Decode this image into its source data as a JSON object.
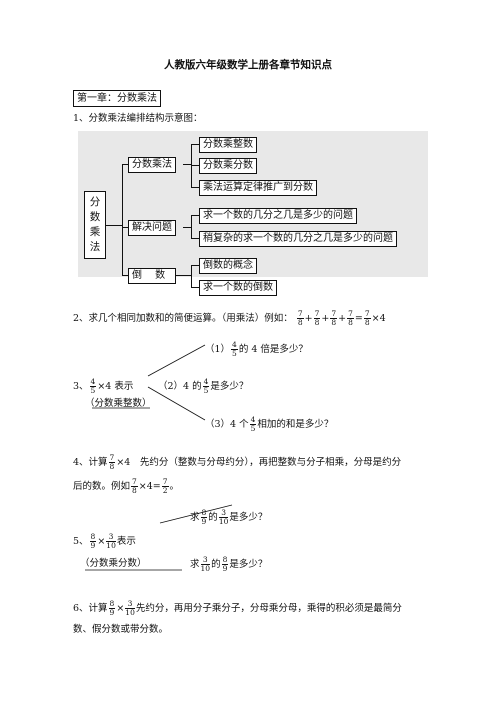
{
  "title": "人教版六年级数学上册各章节知识点",
  "chapter": "第一章：分数乘法",
  "item1": "1、分数乘法编排结构示意图：",
  "diagram": {
    "root": [
      "分",
      "数",
      "乘",
      "法"
    ],
    "branches": [
      {
        "label": "分数乘法",
        "leaves": [
          "分数乘整数",
          "分数乘分数",
          "乘法运算定律推广到分数"
        ]
      },
      {
        "label": "解决问题",
        "leaves": [
          "求一个数的几分之几是多少的问题",
          "稍复杂的求一个数的几分之几是多少的问题"
        ]
      },
      {
        "label": "倒　 数",
        "leaves": [
          "倒数的概念",
          "求一个数的倒数"
        ]
      }
    ]
  },
  "item2": {
    "text": "2、求几个相同加数和的简便运算。（用乘法）例如：",
    "tail": "×4"
  },
  "item3": {
    "prefix": "3、",
    "mul": "×4 表示",
    "note": "（分数乘整数）",
    "q1_a": "（1）",
    "q1_b": "的 4 倍是多少？",
    "q2_a": "（2）4 的",
    "q2_b": "是多少？",
    "q3_a": "（3）4 个",
    "q3_b": "相加的和是多少？"
  },
  "item4": {
    "a": "4、计算",
    "b": "×4　先约分（整数与分母约分），再把整数与分子相乘，分母是约分",
    "c": "后的数。例如",
    "d": "×4=",
    "e": "。"
  },
  "item5": {
    "prefix": "5、",
    "mid": "×",
    "tail": "表示",
    "note": "（分数乘分数）",
    "r1_a": "求",
    "r1_b": "的",
    "r1_c": "是多少？",
    "r2_a": "求",
    "r2_b": "的",
    "r2_c": "是多少？"
  },
  "item6": {
    "a": "6、计算",
    "b": "×",
    "c": "先约分，再用分子乘分子，分母乘分母，乘得的积必须是最简分",
    "d": "数、假分数或带分数。"
  },
  "fractions": {
    "seven_eighths": {
      "n": "7",
      "d": "8"
    },
    "four_fifths": {
      "n": "4",
      "d": "5"
    },
    "seven_halves": {
      "n": "7",
      "d": "2"
    },
    "eight_ninths": {
      "n": "8",
      "d": "9"
    },
    "three_tenths": {
      "n": "3",
      "d": "10"
    }
  },
  "ops": {
    "plus": "+",
    "eq": "="
  }
}
